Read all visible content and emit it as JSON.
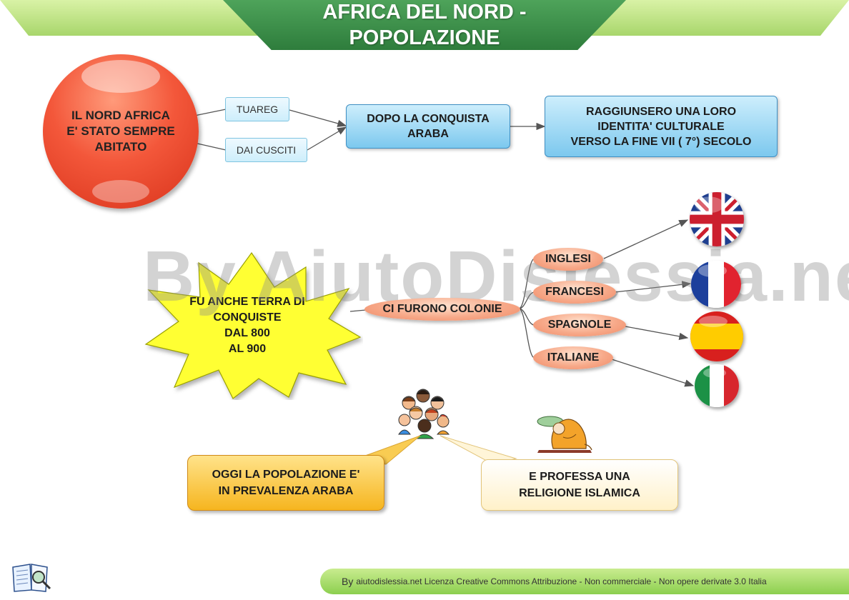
{
  "header": {
    "title_line1": "AFRICA DEL NORD -",
    "title_line2": "POPOLAZIONE"
  },
  "main_node": {
    "line1": "IL NORD AFRICA",
    "line2": "E' STATO SEMPRE",
    "line3": "ABITATO"
  },
  "peoples": [
    {
      "label": "TUAREG"
    },
    {
      "label": "DAI CUSCITI"
    }
  ],
  "conquest_box": {
    "line1": "DOPO LA CONQUISTA",
    "line2": "ARABA"
  },
  "identity_box": {
    "line1": "RAGGIUNSERO UNA LORO",
    "line2": "IDENTITA' CULTURALE",
    "line3": "VERSO LA FINE VII ( 7°) SECOLO"
  },
  "star_node": {
    "line1": "FU ANCHE TERRA DI",
    "line2": "CONQUISTE",
    "line3": "DAL 800",
    "line4": "AL 900"
  },
  "colonies_node": {
    "label": "CI FURONO COLONIE"
  },
  "colonies": [
    {
      "label": "INGLESI",
      "flag": "uk-flag"
    },
    {
      "label": "FRANCESI",
      "flag": "france-flag"
    },
    {
      "label": "SPAGNOLE",
      "flag": "spain-flag"
    },
    {
      "label": "ITALIANE",
      "flag": "italy-flag"
    }
  ],
  "population_box": {
    "line1": "OGGI LA POPOLAZIONE E'",
    "line2": "IN PREVALENZA ARABA"
  },
  "religion_box": {
    "line1": "E PROFESSA UNA",
    "line2": "RELIGIONE ISLAMICA"
  },
  "watermark": "By AiutoDislessia.net",
  "footer": {
    "by": "By",
    "text": "aiutodislessia.net Licenza Creative Commons Attribuzione - Non commerciale - Non opere derivate 3.0 Italia"
  },
  "icons": {
    "people_group": "people-group-icon",
    "praying_person": "praying-person-icon",
    "logo": "book-magnifier-logo-icon"
  },
  "colors": {
    "title_green": "#2e7d3c",
    "banner_green": "#a8d66b",
    "circle_red": "#f3573a",
    "blue_box": "#7cc8ee",
    "oval_salmon": "#f7a989",
    "star_yellow": "#ffff33",
    "orange_box": "#f6b51f",
    "cream_box": "#fff1c9"
  }
}
